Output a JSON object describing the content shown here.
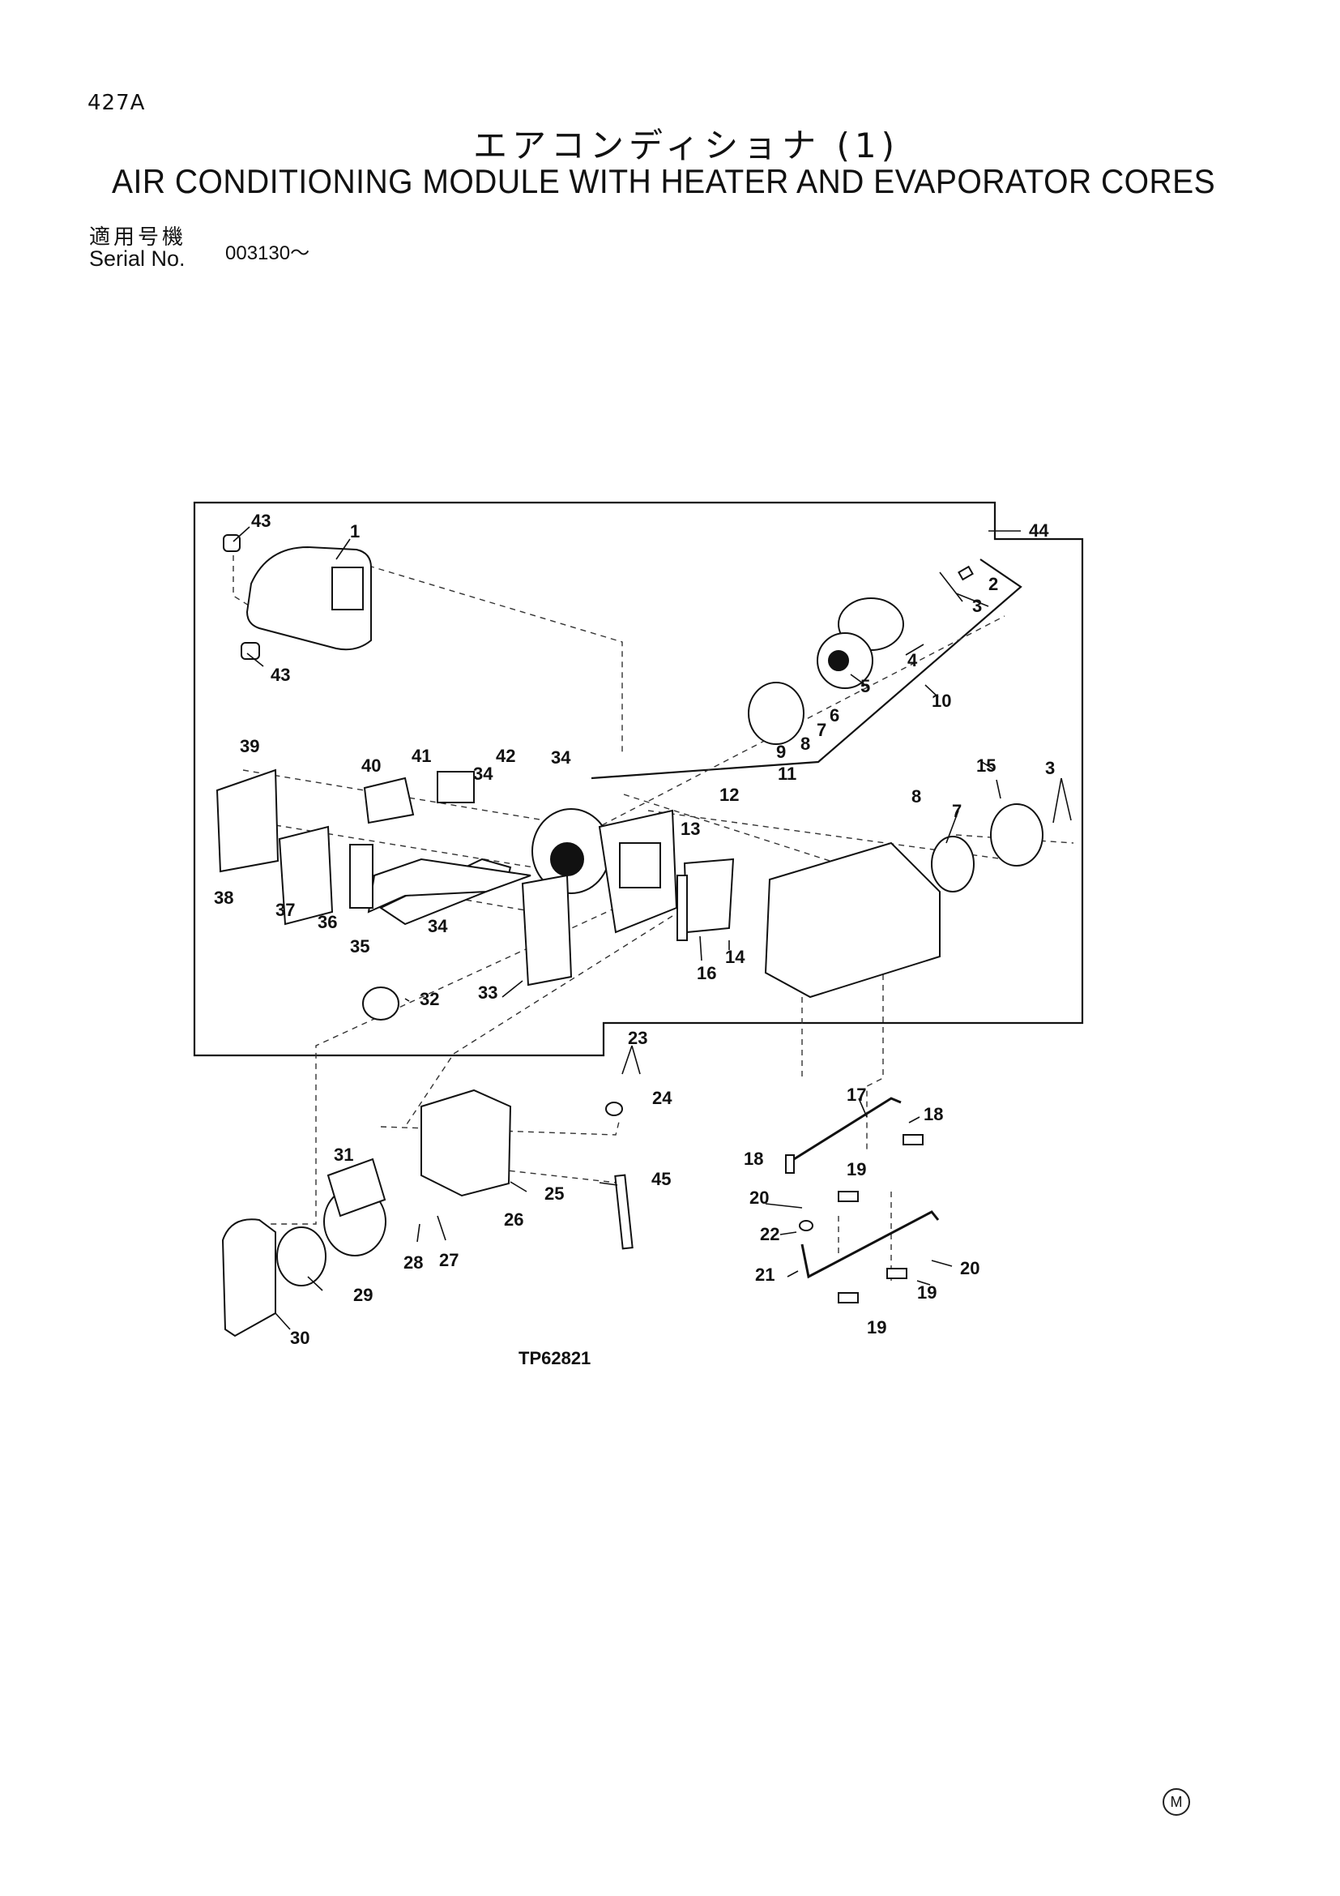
{
  "header": {
    "page_code": "427A",
    "title_ja": "エアコンディショナ (1)",
    "title_en": "AIR CONDITIONING MODULE WITH HEATER AND EVAPORATOR CORES",
    "serial_label_ja": "適用号機",
    "serial_label_en": "Serial No.",
    "serial_value": "003130～"
  },
  "diagram": {
    "figure_code": "TP62821",
    "callouts": [
      "1",
      "2",
      "3",
      "4",
      "5",
      "6",
      "7",
      "8",
      "9",
      "10",
      "11",
      "12",
      "13",
      "14",
      "15",
      "16",
      "17",
      "18",
      "19",
      "20",
      "21",
      "22",
      "23",
      "24",
      "25",
      "26",
      "27",
      "28",
      "29",
      "30",
      "31",
      "32",
      "33",
      "34",
      "35",
      "36",
      "37",
      "38",
      "39",
      "40",
      "41",
      "42",
      "43",
      "44",
      "45"
    ]
  },
  "footer": {
    "mark": "M"
  }
}
